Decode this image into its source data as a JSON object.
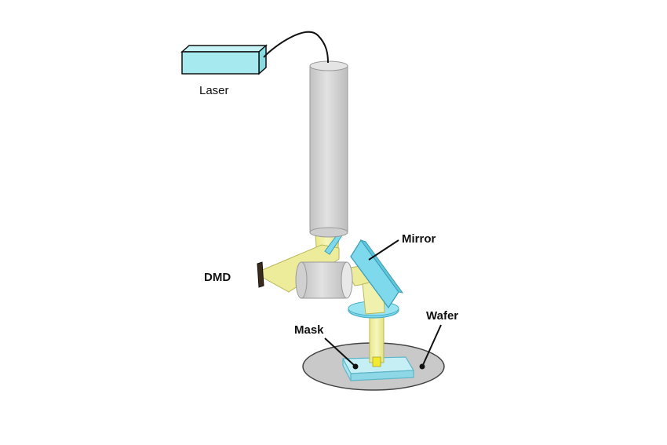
{
  "labels": {
    "laser": "Laser",
    "mirror": "Mirror",
    "dmd": "DMD",
    "wafer": "Wafer",
    "mask": "Mask"
  },
  "colors": {
    "background": "#ffffff",
    "laser_box": "#a6eaf0",
    "cylinder": "#d6d6d6",
    "beam": "#eeee99",
    "beam_core": "#f2ea30",
    "optic_glass": "#7ed9ec",
    "wafer_disk": "#c9c9c9",
    "outline": "#111111"
  }
}
